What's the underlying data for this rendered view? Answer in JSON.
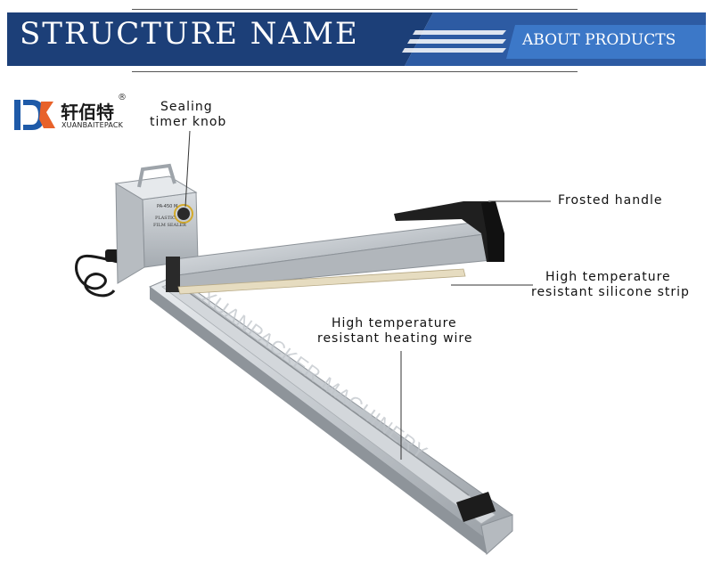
{
  "banner": {
    "title": "STRUCTURE NAME",
    "subtitle": "ABOUT PRODUCTS",
    "colors": {
      "dark_blue": "#1c3f78",
      "mid_blue": "#2d5ba3",
      "light_blue": "#3c78c8"
    }
  },
  "brand": {
    "name_cn": "轩佰特",
    "name_en": "XUANBAITEPACK",
    "registered_mark": "®",
    "logo_colors": {
      "blue": "#1e5aa8",
      "orange": "#e8622a"
    }
  },
  "product": {
    "watermark": "XUANPACKER MACHINERY",
    "panel_text_1": "PA-450 M",
    "panel_text_2": "PLASTIC",
    "panel_text_3": "FILM SEALER"
  },
  "labels": {
    "timer_knob_line1": "Sealing",
    "timer_knob_line2": "timer knob",
    "frosted_handle": "Frosted handle",
    "silicone_line1": "High temperature",
    "silicone_line2": "resistant silicone strip",
    "heating_line1": "High temperature",
    "heating_line2": "resistant heating wire"
  }
}
